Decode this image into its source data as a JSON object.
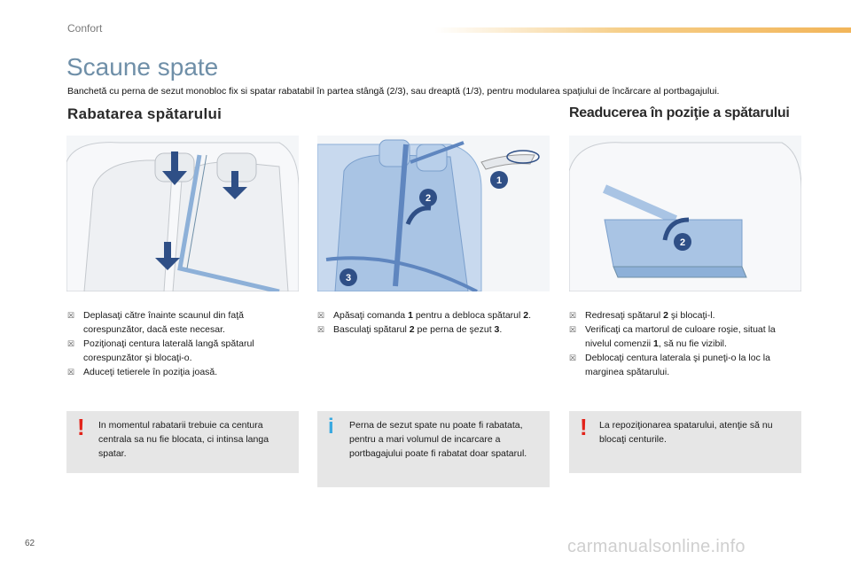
{
  "header": {
    "section": "Confort",
    "title": "Scaune spate",
    "intro": "Banchetă cu perna de sezut monobloc fix si spatar rabatabil în partea stângă (2/3), sau dreaptă (1/3), pentru modularea spaţiului de încărcare al portbagajului."
  },
  "headings": {
    "fold": "Rabatarea spătarului",
    "restore": "Readucerea în poziţie a spătarului"
  },
  "illustrations": {
    "callouts": [
      "1",
      "2",
      "3",
      "2"
    ]
  },
  "col1": {
    "items": [
      "Deplasaţi către înainte scaunul din faţă corespunzător, dacă este necesar.",
      "Poziţionaţi centura laterală langă spătarul corespunzător şi blocaţi-o.",
      "Aduceţi tetierele în poziţia joasă."
    ]
  },
  "col2": {
    "i1_a": "Apăsaţi comanda ",
    "i1_b": "1",
    "i1_c": " pentru a debloca spătarul ",
    "i1_d": "2",
    "i1_e": ".",
    "i2_a": "Basculaţi spătarul ",
    "i2_b": "2",
    "i2_c": " pe perna de şezut ",
    "i2_d": "3",
    "i2_e": "."
  },
  "col3": {
    "i1_a": "Redresaţi spătarul ",
    "i1_b": "2",
    "i1_c": " şi blocaţi-l.",
    "i2_a": "Verificaţi ca martorul de culoare roşie, situat la nivelul comenzii ",
    "i2_b": "1",
    "i2_c": ", să nu fie vizibil.",
    "i3": "Deblocaţi centura laterala şi puneţi-o la loc la marginea spătarului."
  },
  "notes": {
    "n1": "In momentul rabatarii trebuie ca centura centrala sa nu fie blocata, ci intinsa langa spatar.",
    "n2": "Perna de sezut spate nu poate fi rabatata, pentru a mari volumul de incarcare a portbagajului poate fi rabatat doar spatarul.",
    "n3": "La repoziţionarea spatarului, atenţie să nu blocaţi centurile.",
    "warn_mark": "!",
    "info_mark": "i"
  },
  "footer": {
    "page": "62",
    "watermark": "carmanualsonline.info"
  },
  "colors": {
    "title": "#6f8fa8",
    "accent_bar": "#f2b559",
    "seat_blue": "#8db0d8",
    "callout": "#2f4f86",
    "warn": "#e2231a",
    "info": "#3aa9e0"
  }
}
